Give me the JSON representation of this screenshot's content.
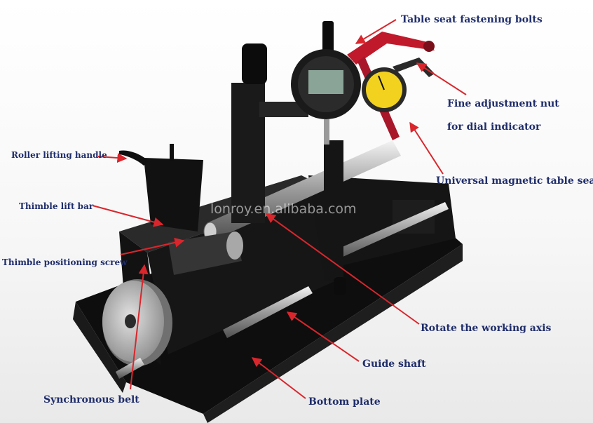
{
  "labels": {
    "table_seat_fastening_bolts": "Table seat fastening bolts",
    "roller_lifting_handle": "Roller lifting handle",
    "fine_adjustment_nut_line1": "Fine adjustment nut",
    "fine_adjustment_nut_line2": "for dial indicator",
    "universal_magnetic_table_seat": "Universal magnetic table seat",
    "thimble_lift_bar": "Thimble lift bar",
    "thimble_positioning_screw": "Thimble positioning screw",
    "rotate_working_axis": "Rotate the working axis",
    "guide_shaft": "Guide shaft",
    "synchronous_belt": "Synchronous belt",
    "bottom_plate": "Bottom plate"
  },
  "watermark": "lonroy.en.alibaba.com",
  "colors": {
    "label_text": "#1f2d6b",
    "arrow": "#d9262c",
    "arm_red": "#c0192b",
    "body": "#141414"
  }
}
